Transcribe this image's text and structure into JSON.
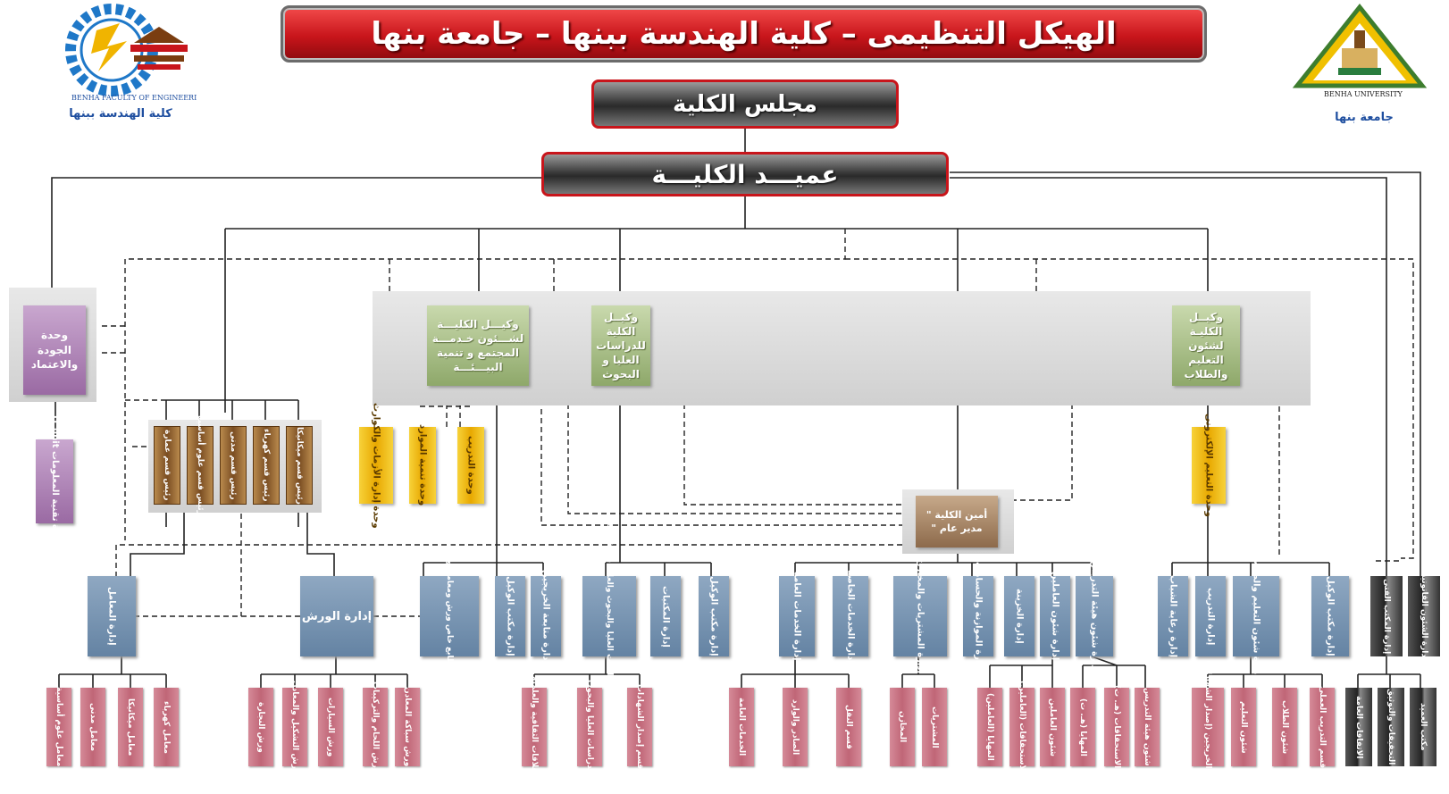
{
  "header": {
    "title": "الهيكل التنظيمى – كلية الهندسة ببنها – جامعة بنها",
    "council": "مجلس الكلية",
    "dean": "عميـــد الكليـــة"
  },
  "logos": {
    "left_caption": "كلية الهندسة ببنها",
    "left_ring_text": "BENHA FACULTY OF ENGINEERING",
    "right_caption": "جامعة بنها",
    "right_ring_text": "BENHA UNIVERSITY"
  },
  "quality": {
    "unit": "وحدة الجودة والاعتماد",
    "it_unit": "وحدة تقنية المعلومات IT unit"
  },
  "vice_deans": {
    "community": "وكيـــل الكليـــة لشـــئون خـدمـــة المجتمع و تنمية البيـــئـــة",
    "graduate": "وكيــل الكلية للدراسات العليا و البحوث",
    "education": "وكيــل الكليـة لشئون التعليم والطلاب"
  },
  "department_heads": [
    "رئيس قسم عمارة",
    "رئيس قسم علوم أساسية",
    "رئيس قسم مدنى",
    "رئيس قسم كهرباء",
    "رئيس قسم ميكانيكا"
  ],
  "units": {
    "crisis": "وحدة إدارة الأزمات والكوارث",
    "resources": "وحدة تنمية الموارد",
    "training": "وحدة التدريب",
    "elearning": "وحدة التعليم الإلكترونى"
  },
  "secretary": {
    "label": "أمين الكلية \" مدير عام \""
  },
  "admins": {
    "labs": "إدارة المعامل",
    "workshops": "إدارة الورش",
    "liaison": "وحدات ذات طابع خاص ورش ومعامل واستشارات",
    "vice_office_1": "إدارة مكتب الوكيل",
    "graduates_followup": "إدارة متابعة الخريجين",
    "graduate_studies": "إدارة الدراسات العليا والبحوث والعلاقات الثقافية",
    "libraries": "إدارة المكتبات",
    "vice_office_2": "إدارة مكتب الوكيل",
    "services": "إدارة الخدمات العامة",
    "special_services": "إدارة الخدمات الخاصة",
    "purchases": "إدارة المشتريات والمخازن",
    "budget": "إدارة الموازنة والحسابات",
    "treasury": "إدارة الخزينة",
    "employees": "إدارة شئون العاملين",
    "faculty_affairs": "إدارة شئون هيئة التدريس",
    "youth_care": "إدارة رعاية الشباب",
    "training_admin": "إدارة التدريب",
    "education_affairs": "إدارة شئون التعليم والطلاب",
    "vice_office_3": "إدارة مكتب الوكيل",
    "technical_office": "إدارة المكتب الفنى",
    "legal_affairs": "إدارة الشئون القانونية"
  },
  "sections": [
    "معامل علوم أساسية",
    "معامل مدنى",
    "معامل ميكانيكا",
    "معامل كهرباء",
    "ورش النجارة",
    "ورش التشكيل والمعادن",
    "ورش السيارات",
    "ورش اللحام والتركيبات",
    "ورش سباكة المعادن",
    "العلاقات الثقافية والعلمية",
    "الدراسات العليا والبحوث",
    "قسم إصدار الشهادات",
    "الخدمات العامة",
    "الصادر والوارد",
    "قسم النقل",
    "المخازن",
    "المشتريات",
    "المهايا (العاملين)",
    "الاستحقاقات (العاملين)",
    "شئون العاملين",
    "المهايا (هـ. ت)",
    "الاستحقاقات (هـ. ت)",
    "شئون هيئة التدريس",
    "شئون الخريجين (إصدار الشهادات)",
    "شئون التعليم",
    "شئون الطلاب",
    "قسم التدريب العملى",
    "الاتفاقات العامة",
    "التحقيقات والتوثيق",
    "مكتب العميد"
  ]
}
